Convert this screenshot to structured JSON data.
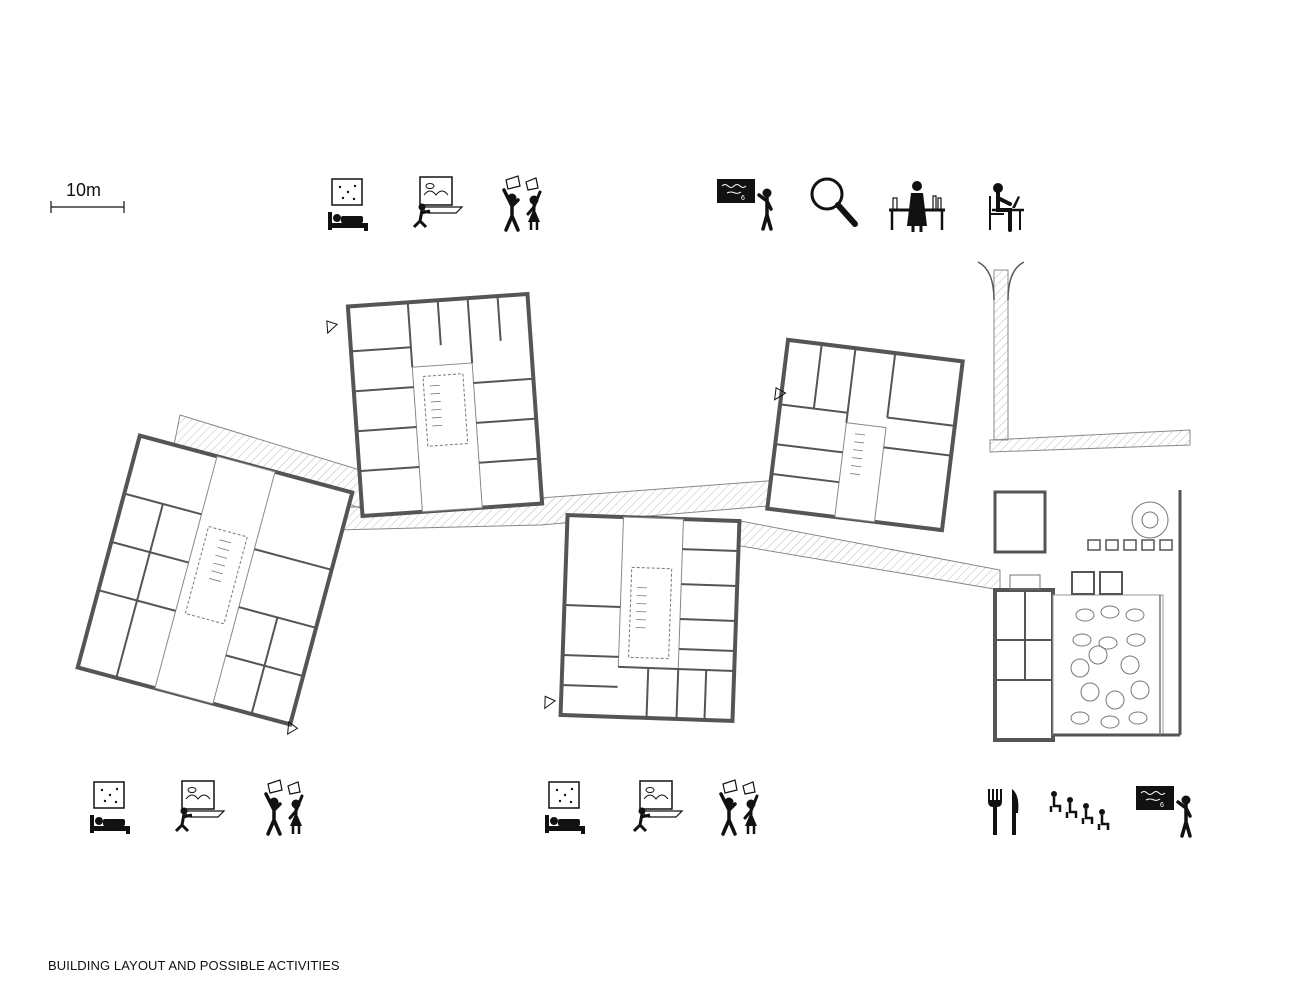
{
  "scale_bar": {
    "label": "10m"
  },
  "caption": "BUILDING LAYOUT AND POSSIBLE ACTIVITIES",
  "colors": {
    "ink": "#111111",
    "wall": "#555555",
    "corridor_fill": "#e6e6e6",
    "paper": "#ffffff"
  },
  "activity_groups": [
    {
      "name": "block-2-activities",
      "icons": [
        "sleep-icon",
        "drawing-icon",
        "play-icon"
      ]
    },
    {
      "name": "block-4-activities",
      "icons": [
        "teaching-icon",
        "magnifier-icon",
        "lab-icon",
        "computer-icon"
      ]
    },
    {
      "name": "block-1-activities",
      "icons": [
        "sleep-icon",
        "drawing-icon",
        "play-icon"
      ]
    },
    {
      "name": "block-3-activities",
      "icons": [
        "sleep-icon",
        "drawing-icon",
        "play-icon"
      ]
    },
    {
      "name": "dining-hall-activities",
      "icons": [
        "cutlery-icon",
        "audience-icon",
        "teaching-icon"
      ]
    }
  ]
}
